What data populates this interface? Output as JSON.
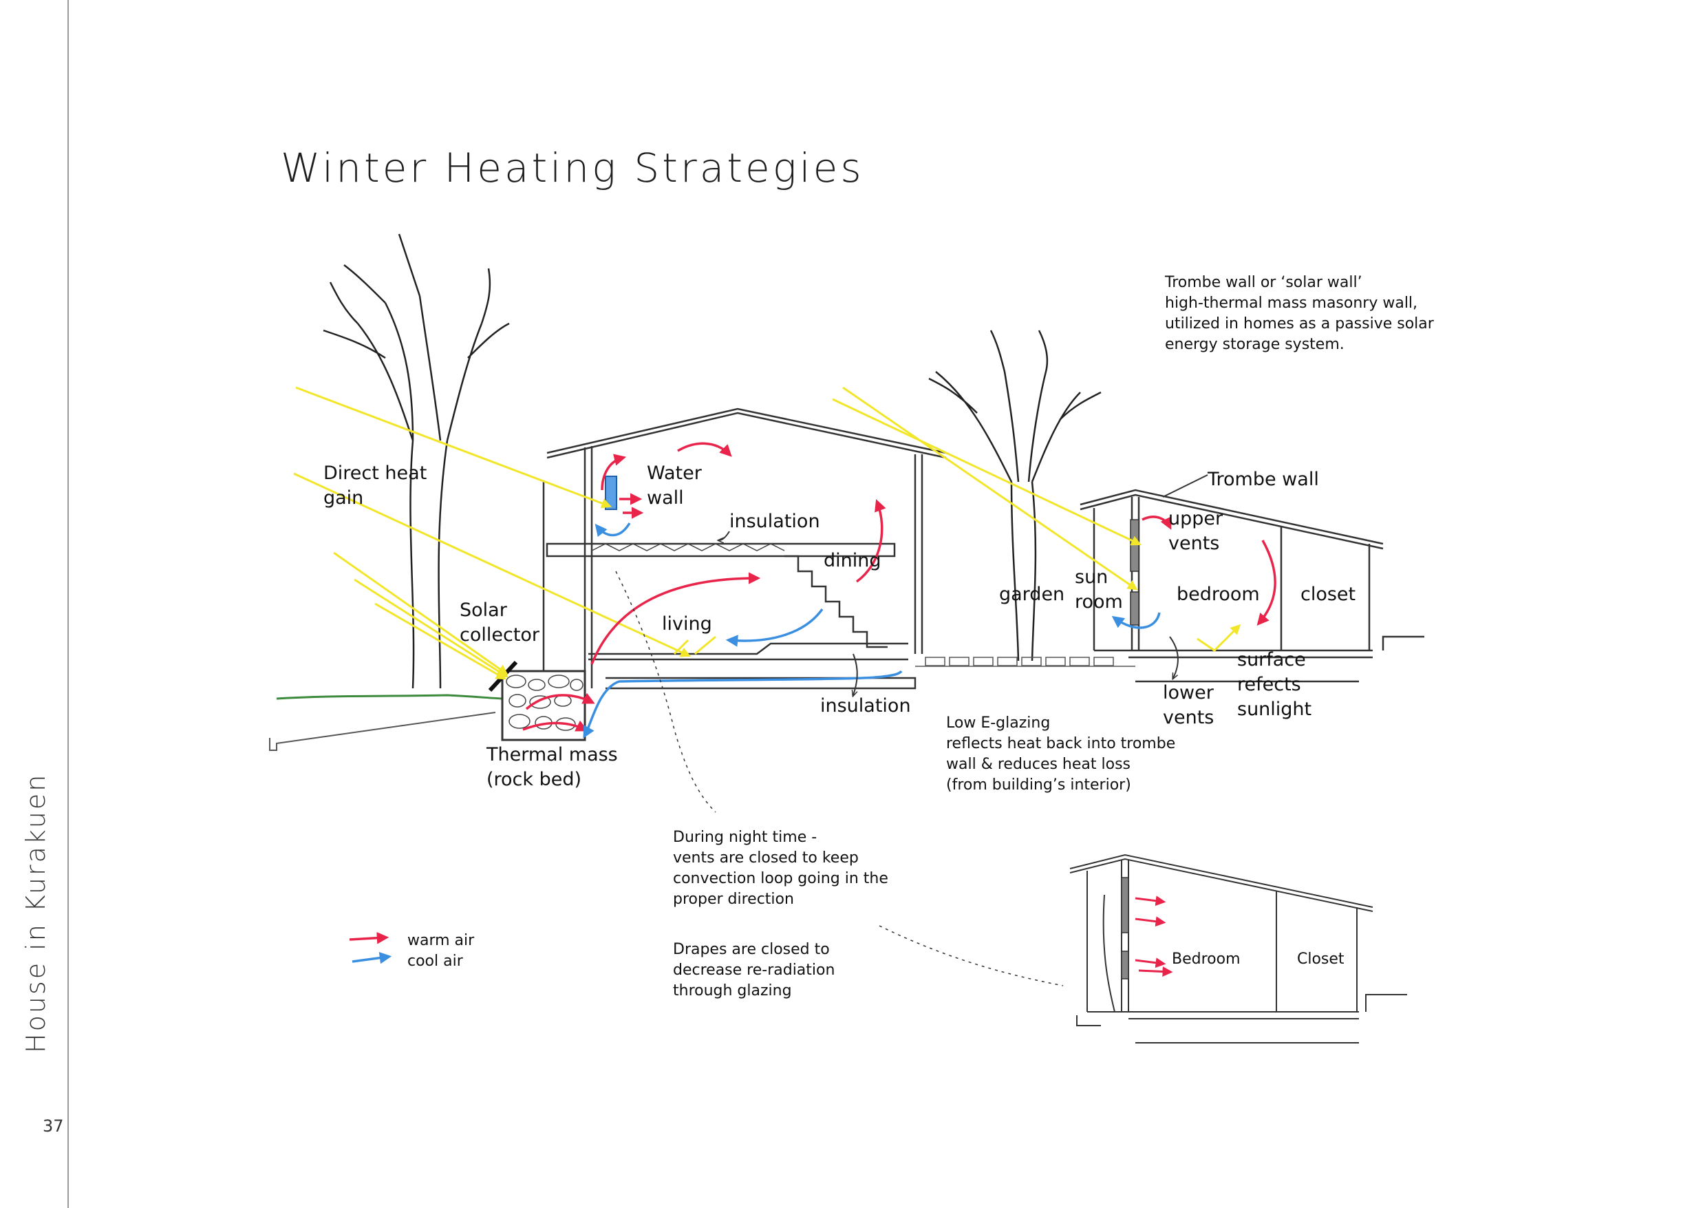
{
  "page": {
    "title": "Winter Heating Strategies",
    "side_title": "House in Kurakuen",
    "page_number": "37"
  },
  "labels": {
    "direct_heat_gain": [
      "Direct heat",
      "gain"
    ],
    "solar_collector": [
      "Solar",
      "collector"
    ],
    "thermal_mass": [
      "Thermal mass",
      "(rock bed)"
    ],
    "water_wall": [
      "Water",
      "wall"
    ],
    "insulation_upper": "insulation",
    "insulation_lower": "insulation",
    "dining": "dining",
    "living": "living",
    "garden": "garden",
    "sun_room": [
      "sun",
      "room"
    ],
    "trombe_wall": "Trombe wall",
    "upper_vents": [
      "upper",
      "vents"
    ],
    "bedroom": "bedroom",
    "closet": "closet",
    "lower_vents": [
      "lower",
      "vents"
    ],
    "surface_reflects": [
      "surface",
      "refects",
      "sunlight"
    ]
  },
  "notes": {
    "trombe_note": [
      "Trombe wall or ‘solar wall’",
      "high-thermal mass masonry wall,",
      "utilized in homes as a passive solar",
      "energy storage system."
    ],
    "low_e": [
      "Low E-glazing",
      "reflects heat back into trombe",
      "wall & reduces heat loss",
      "(from building’s interior)"
    ],
    "night_time": [
      "During night time -",
      "vents are closed to keep",
      "convection loop going in the",
      "proper direction"
    ],
    "drapes": [
      "Drapes are closed to",
      "decrease re-radiation",
      "through glazing"
    ]
  },
  "inset": {
    "bedroom": "Bedroom",
    "closet": "Closet"
  },
  "legend": {
    "items": [
      {
        "label": "warm air",
        "color": "#e8244a"
      },
      {
        "label": "cool air",
        "color": "#3b8fe0"
      }
    ]
  },
  "colors": {
    "warm": "#e8244a",
    "cool": "#3b8fe0",
    "sun": "#f2e62a",
    "line": "#333333",
    "ground": "#3c8a3c"
  }
}
